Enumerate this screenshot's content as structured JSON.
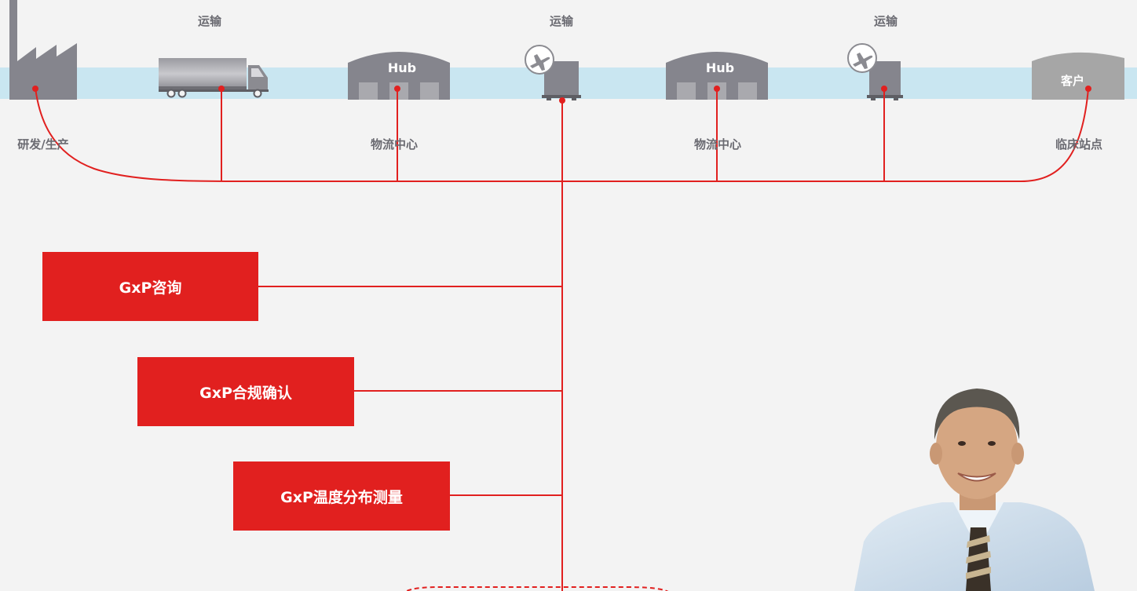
{
  "top_labels": {
    "transport_1": "运输",
    "transport_2": "运输",
    "transport_3": "运输"
  },
  "nodes": {
    "factory_label": "研发/生产",
    "hub1_text": "Hub",
    "hub1_label": "物流中心",
    "hub2_text": "Hub",
    "hub2_label": "物流中心",
    "customer_text": "客户",
    "customer_label": "临床站点"
  },
  "services": {
    "consulting": "GxP咨询",
    "compliance": "GxP合规确认",
    "mapping": "GxP温度分布测量"
  },
  "colors": {
    "accent_red": "#e1201f",
    "line_red": "#e1201f",
    "band_blue": "#c9e6f1",
    "icon_gray": "#85858d",
    "customer_gray": "#a6a6a6",
    "background": "#f3f3f3"
  },
  "icons": [
    "factory-icon",
    "truck-icon",
    "hub-warehouse-icon",
    "airplane-icon",
    "air-cargo-icon",
    "customer-warehouse-icon",
    "person-photo"
  ]
}
